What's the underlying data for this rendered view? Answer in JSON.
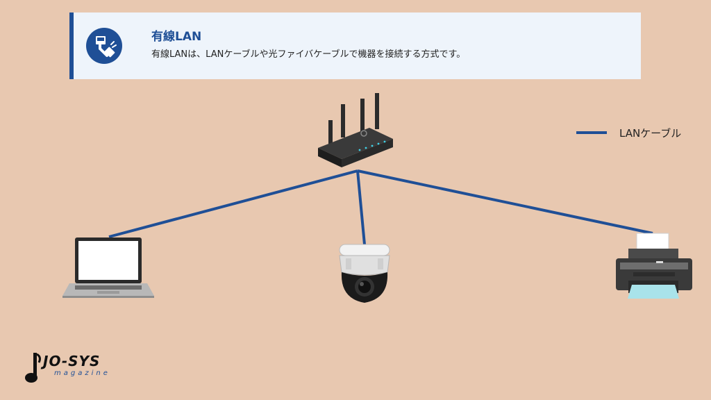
{
  "header": {
    "title": "有線LAN",
    "description": "有線LANは、LANケーブルや光ファイバケーブルで機器を接続する方式です。",
    "icon": "lan-cable-icon"
  },
  "legend": {
    "label": "LANケーブル",
    "color": "#1f4f96"
  },
  "diagram": {
    "nodes": [
      {
        "id": "router",
        "icon": "router-icon"
      },
      {
        "id": "laptop",
        "icon": "laptop-icon"
      },
      {
        "id": "camera",
        "icon": "security-camera-icon"
      },
      {
        "id": "printer",
        "icon": "printer-icon"
      }
    ],
    "edges": [
      {
        "from": "router",
        "to": "laptop",
        "type": "LANケーブル"
      },
      {
        "from": "router",
        "to": "camera",
        "type": "LANケーブル"
      },
      {
        "from": "router",
        "to": "printer",
        "type": "LANケーブル"
      }
    ]
  },
  "logo": {
    "name": "JO-SYS",
    "subtitle": "magazine"
  },
  "colors": {
    "background": "#e8c8b0",
    "accent": "#1f4f96",
    "box": "#eef4fb"
  }
}
